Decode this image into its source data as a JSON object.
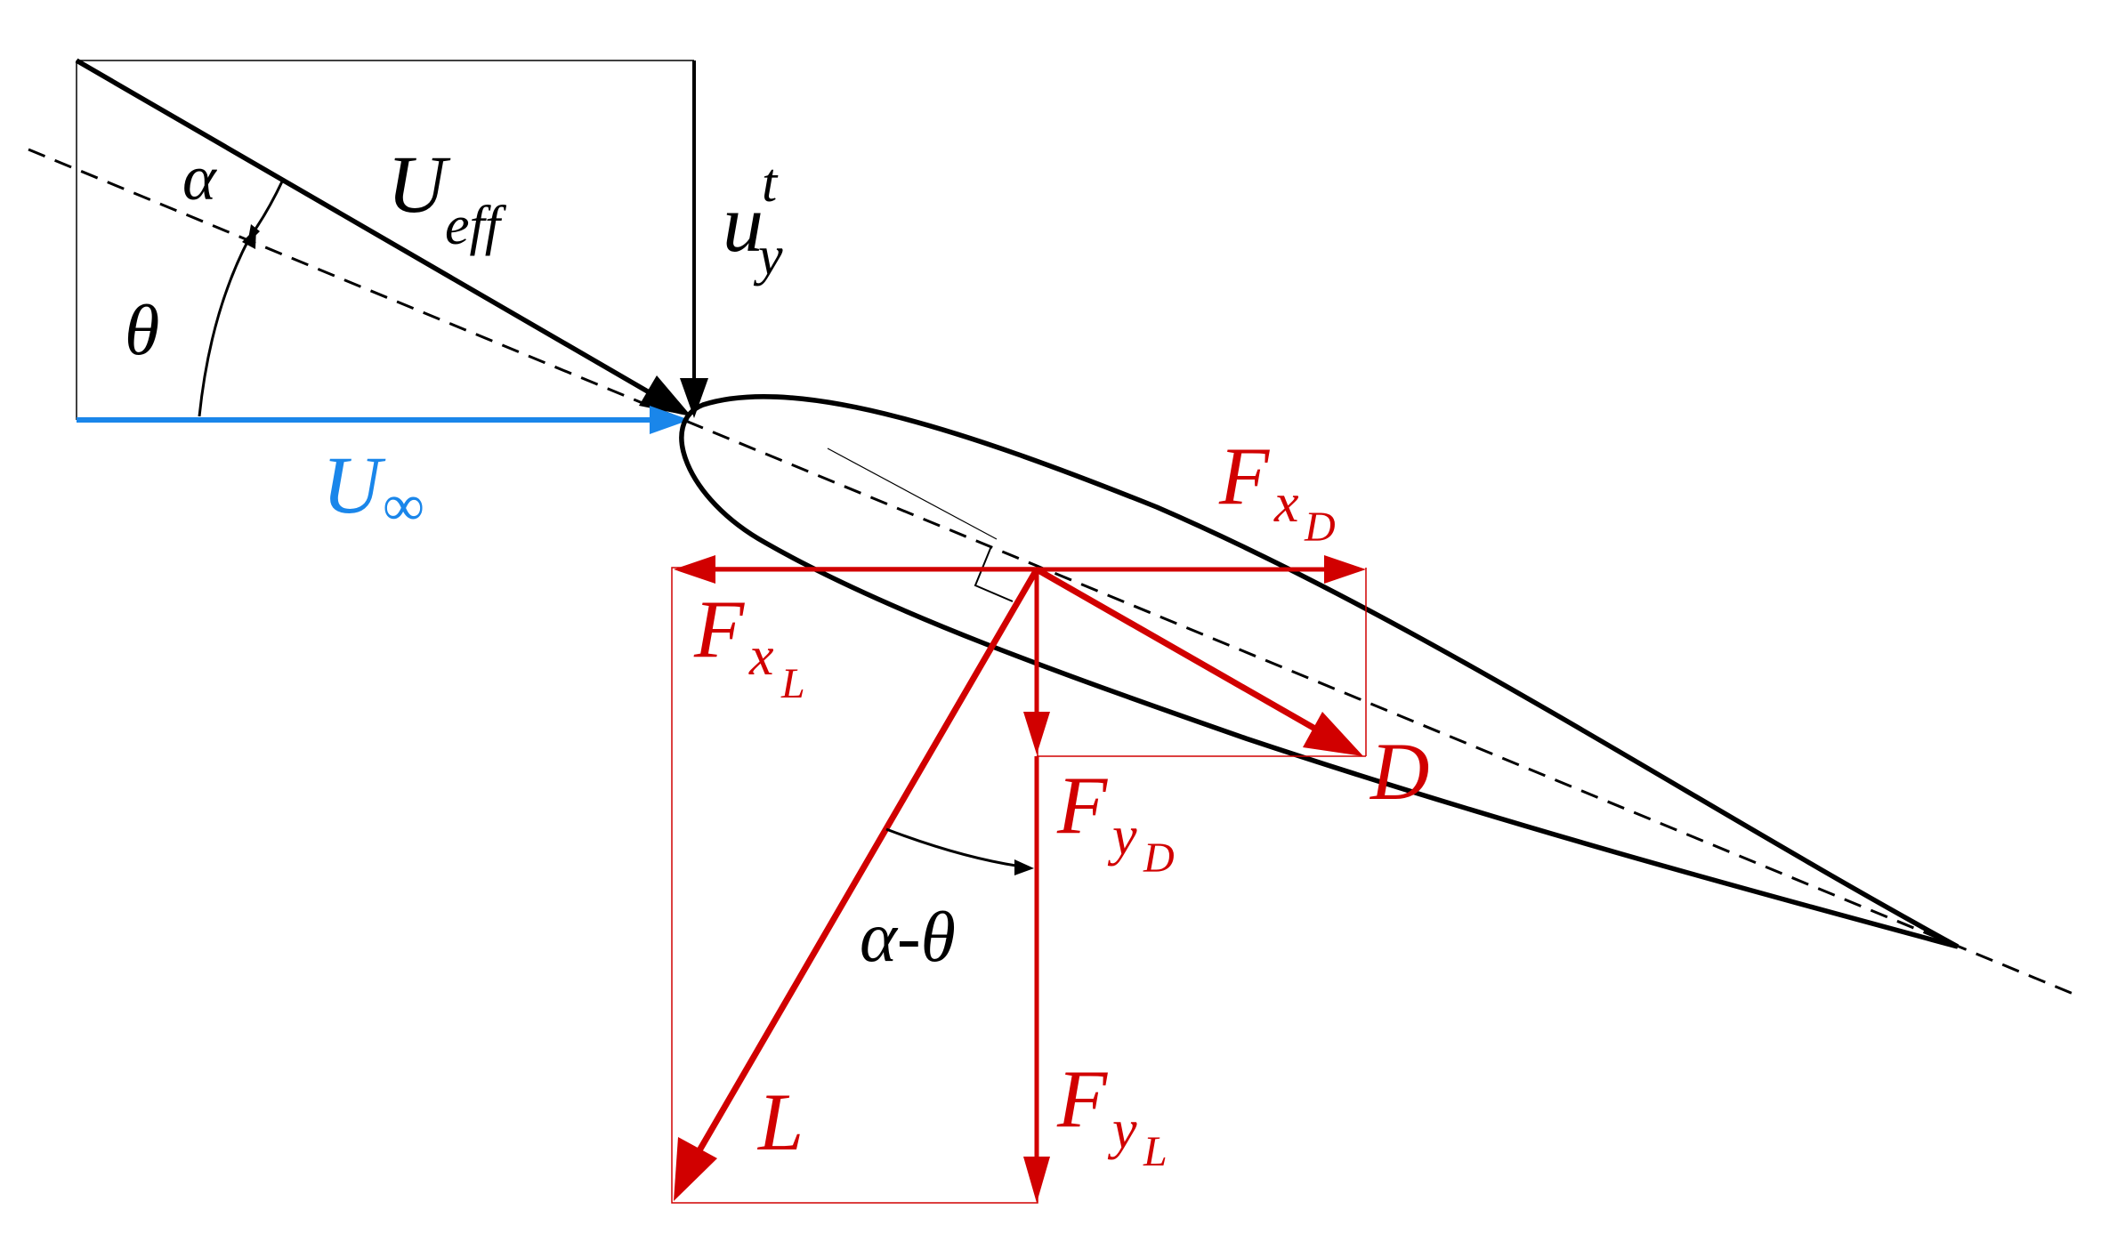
{
  "colors": {
    "black": "#000000",
    "blue": "#1a86ea",
    "red": "#d10000"
  },
  "labels": {
    "alpha": "α",
    "theta": "θ",
    "u_eff_main": "U",
    "u_eff_sub": "eff",
    "u_y_main": "u",
    "u_y_sub": "y",
    "u_y_sup": "t",
    "u_inf_main": "U",
    "u_inf_sub": "∞",
    "fxd_main": "F",
    "fxd_sub": "x",
    "fxd_subsub": "D",
    "fxl_main": "F",
    "fxl_sub": "x",
    "fxl_subsub": "L",
    "fyd_main": "F",
    "fyd_sub": "y",
    "fyd_subsub": "D",
    "fyl_main": "F",
    "fyl_sub": "y",
    "fyl_subsub": "L",
    "drag": "D",
    "lift": "L",
    "alpha_minus_theta": "α-θ"
  }
}
